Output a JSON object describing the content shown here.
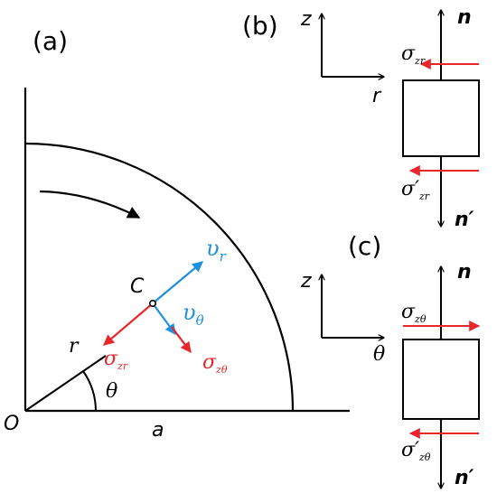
{
  "panel_labels": {
    "a": "(a)",
    "b": "(b)",
    "c": "(c)"
  },
  "panel_a": {
    "origin_label": "O",
    "radius_label": "a",
    "r_label": "r",
    "theta_label": "θ",
    "point_label": "C",
    "v_r": {
      "symbol": "υ",
      "sub": "r"
    },
    "v_theta": {
      "symbol": "υ",
      "sub": "θ"
    },
    "sigma_zr": {
      "symbol": "σ",
      "sub": "zr"
    },
    "sigma_ztheta": {
      "symbol": "σ",
      "sub": "zθ"
    }
  },
  "panel_b": {
    "z_label": "z",
    "r_label": "r",
    "n_label": "n",
    "n_prime_label": "n′",
    "sigma_top": {
      "symbol": "σ",
      "sub": "zr"
    },
    "sigma_bottom": {
      "symbol": "σ′",
      "sub": "zr"
    }
  },
  "panel_c": {
    "z_label": "z",
    "theta_label": "θ",
    "n_label": "n",
    "n_prime_label": "n′",
    "sigma_top": {
      "symbol": "σ",
      "sub": "zθ"
    },
    "sigma_bottom": {
      "symbol": "σ′",
      "sub": "zθ"
    }
  },
  "colors": {
    "black": "#000000",
    "red": "#e8262c",
    "blue": "#1e90e0"
  }
}
